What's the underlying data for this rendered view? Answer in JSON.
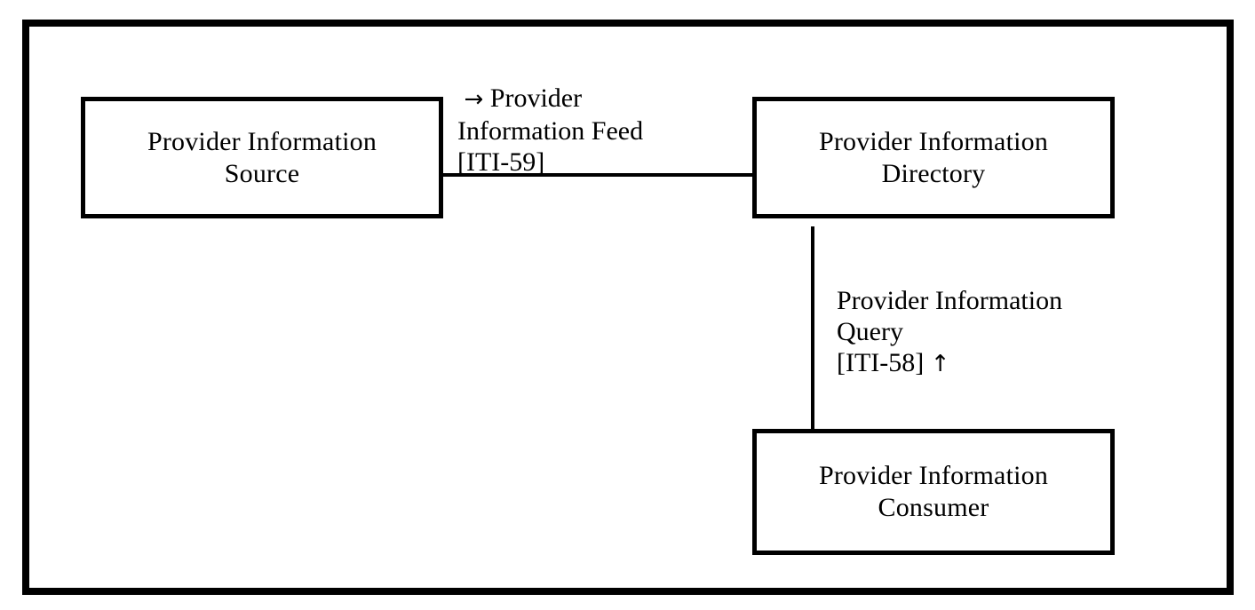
{
  "actors": {
    "source": "Provider Information\nSource",
    "directory": "Provider Information\nDirectory",
    "consumer": "Provider Information\nConsumer"
  },
  "transactions": {
    "feed": {
      "arrow": "→",
      "line1": "Provider",
      "line2": "Information Feed",
      "line3": "[ITI-59]"
    },
    "query": {
      "line1": "Provider Information",
      "line2": "Query",
      "line3": "[ITI-58]",
      "arrow": "↑"
    }
  }
}
